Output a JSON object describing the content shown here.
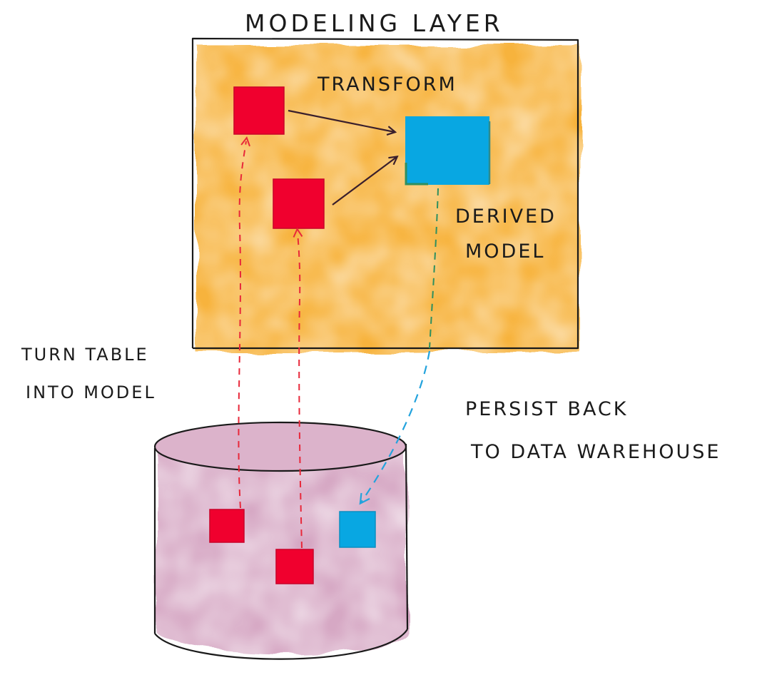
{
  "title": "MODELING LAYER",
  "labels": {
    "transform": "TRANSFORM",
    "derived_line1": "DERIVED",
    "derived_line2": "MODEL",
    "turn_line1": "TURN TABLE",
    "turn_line2": "INTO MODEL",
    "persist_line1": "PERSIST BACK",
    "persist_line2": "TO DATA WAREHOUSE"
  },
  "colors": {
    "modeling_layer_fill": "#f7b33c",
    "warehouse_fill": "#d6a8c4",
    "source_model": "#f0002e",
    "derived_model": "#08a7e2",
    "transform_arrow": "#3a1f2c",
    "load_arrow": "#e8283a",
    "persist_arrow_green": "#2e8f5f",
    "persist_arrow_blue": "#23a3dd"
  }
}
